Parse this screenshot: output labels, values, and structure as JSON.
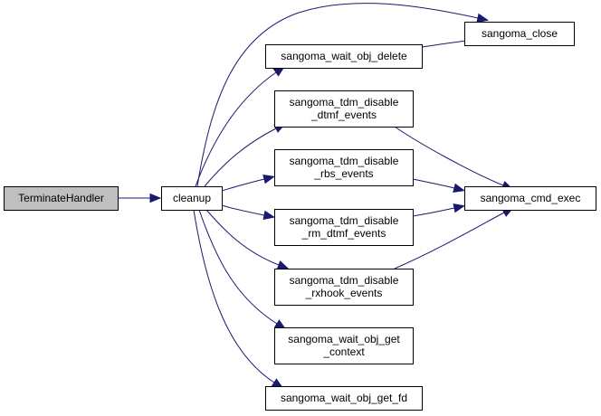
{
  "diagram": {
    "type": "call-graph",
    "colors": {
      "edge": "#191970",
      "root_fill": "#bfbfbf",
      "node_fill": "#ffffff",
      "node_border": "#000000"
    },
    "nodes": [
      {
        "id": "TerminateHandler",
        "lines": [
          "TerminateHandler"
        ],
        "root": true
      },
      {
        "id": "cleanup",
        "lines": [
          "cleanup"
        ]
      },
      {
        "id": "sangoma_close",
        "lines": [
          "sangoma_close"
        ]
      },
      {
        "id": "sangoma_wait_obj_delete",
        "lines": [
          "sangoma_wait_obj_delete"
        ]
      },
      {
        "id": "sangoma_tdm_disable_dtmf_events",
        "lines": [
          "sangoma_tdm_disable",
          "_dtmf_events"
        ]
      },
      {
        "id": "sangoma_tdm_disable_rbs_events",
        "lines": [
          "sangoma_tdm_disable",
          "_rbs_events"
        ]
      },
      {
        "id": "sangoma_cmd_exec",
        "lines": [
          "sangoma_cmd_exec"
        ]
      },
      {
        "id": "sangoma_tdm_disable_rm_dtmf_events",
        "lines": [
          "sangoma_tdm_disable",
          "_rm_dtmf_events"
        ]
      },
      {
        "id": "sangoma_tdm_disable_rxhook_events",
        "lines": [
          "sangoma_tdm_disable",
          "_rxhook_events"
        ]
      },
      {
        "id": "sangoma_wait_obj_get_context",
        "lines": [
          "sangoma_wait_obj_get",
          "_context"
        ]
      },
      {
        "id": "sangoma_wait_obj_get_fd",
        "lines": [
          "sangoma_wait_obj_get_fd"
        ]
      }
    ],
    "edges": [
      {
        "from": "TerminateHandler",
        "to": "cleanup"
      },
      {
        "from": "cleanup",
        "to": "sangoma_close"
      },
      {
        "from": "cleanup",
        "to": "sangoma_wait_obj_delete"
      },
      {
        "from": "cleanup",
        "to": "sangoma_tdm_disable_dtmf_events"
      },
      {
        "from": "cleanup",
        "to": "sangoma_tdm_disable_rbs_events"
      },
      {
        "from": "cleanup",
        "to": "sangoma_tdm_disable_rm_dtmf_events"
      },
      {
        "from": "cleanup",
        "to": "sangoma_tdm_disable_rxhook_events"
      },
      {
        "from": "cleanup",
        "to": "sangoma_wait_obj_get_context"
      },
      {
        "from": "cleanup",
        "to": "sangoma_wait_obj_get_fd"
      },
      {
        "from": "sangoma_wait_obj_delete",
        "to": "sangoma_close"
      },
      {
        "from": "sangoma_tdm_disable_dtmf_events",
        "to": "sangoma_cmd_exec"
      },
      {
        "from": "sangoma_tdm_disable_rbs_events",
        "to": "sangoma_cmd_exec"
      },
      {
        "from": "sangoma_tdm_disable_rm_dtmf_events",
        "to": "sangoma_cmd_exec"
      },
      {
        "from": "sangoma_tdm_disable_rxhook_events",
        "to": "sangoma_cmd_exec"
      }
    ]
  }
}
